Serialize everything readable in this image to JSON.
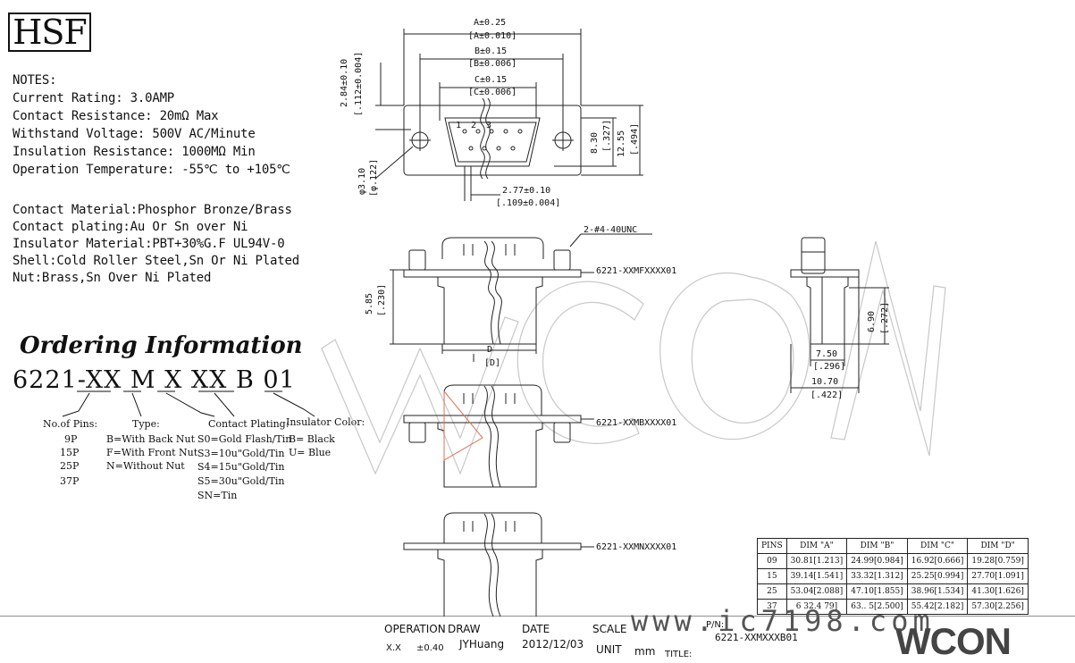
{
  "logo": "HSF",
  "notes": {
    "heading": "NOTES:",
    "lines": [
      "Current Rating: 3.0AMP",
      "Contact Resistance: 20mΩ Max",
      "Withstand Voltage: 500V AC/Minute",
      "Insulation Resistance: 1000MΩ Min",
      "Operation Temperature: -55℃ to +105℃"
    ],
    "materials": [
      "Contact Material:Phosphor Bronze/Brass",
      "Contact plating:Au Or Sn over Ni",
      "Insulator Material:PBT+30%G.F UL94V-0",
      "Shell:Cold Roller Steel,Sn Or Ni Plated",
      "Nut:Brass,Sn Over Ni Plated"
    ]
  },
  "ordering": {
    "title": "Ordering Information",
    "code": "6221-XX M X XX B 01",
    "pins": {
      "label": "No.of Pins:",
      "options": [
        "9P",
        "15P",
        "25P",
        "37P"
      ]
    },
    "type": {
      "label": "Type:",
      "options": [
        "B=With Back Nut",
        "F=With Front Nut",
        "N=Without Nut"
      ]
    },
    "plating": {
      "label": "Contact Plating:",
      "options": [
        "S0=Gold Flash/Tin",
        "S3=10u\"Gold/Tin",
        "S4=15u\"Gold/Tin",
        "S5=30u\"Gold/Tin",
        "SN=Tin"
      ]
    },
    "color": {
      "label": "Insulator Color:",
      "options": [
        "B= Black",
        "U= Blue"
      ]
    }
  },
  "drawing": {
    "dim_a": "A±0.25",
    "dim_a_in": "[A±0.010]",
    "dim_b": "B±0.15",
    "dim_b_in": "[B±0.006]",
    "dim_c": "C±0.15",
    "dim_c_in": "[C±0.006]",
    "dim_284": "2.84±0.10",
    "dim_284_in": "[.112±0.004]",
    "dim_830": "8.30",
    "dim_830_in": "[.327]",
    "dim_1255": "12.55",
    "dim_1255_in": "[.494]",
    "dim_310": "φ3.10",
    "dim_310_in": "[φ.122]",
    "dim_277": "2.77±0.10",
    "dim_277_in": "[.109±0.004]",
    "pin_labels": [
      "1",
      "2",
      "3"
    ],
    "thread": "2-#4-40UNC",
    "part_f": "6221-XXMFXXXX01",
    "part_b": "6221-XXMBXXXX01",
    "part_n": "6221-XXMNXXXX01",
    "dim_585": "5.85",
    "dim_585_in": "[.230]",
    "dim_d": "D",
    "dim_d_in": "[D]",
    "dim_690": "6.90",
    "dim_690_in": "[.272]",
    "dim_750": "7.50",
    "dim_750_in": "[.296]",
    "dim_1070": "10.70",
    "dim_1070_in": "[.422]"
  },
  "dim_table": {
    "headers": [
      "PINS",
      "DIM \"A\"",
      "DIM \"B\"",
      "DIM \"C\"",
      "DIM \"D\""
    ],
    "rows": [
      [
        "09",
        "30.81[1.213]",
        "24.99[0.984]",
        "16.92[0.666]",
        "19.28[0.759]"
      ],
      [
        "15",
        "39.14[1.541]",
        "33.32[1.312]",
        "25.25[0.994]",
        "27.70[1.091]"
      ],
      [
        "25",
        "53.04[2.088]",
        "47.10[1.855]",
        "38.96[1.534]",
        "41.30[1.626]"
      ],
      [
        "37",
        "6 32.4 79]",
        "63.. 5[2.500]",
        "55.42[2.182]",
        "57.30[2.256]"
      ]
    ]
  },
  "titleblock": {
    "operation": "OPERATION",
    "xx": "X.X",
    "tol": "±0.40",
    "draw": "DRAW",
    "drawer": "JYHuang",
    "date_label": "DATE",
    "date": "2012/12/03",
    "scale": "SCALE",
    "unit": "UNIT",
    "mm": "mm",
    "pno_label": "P/N:",
    "pno": "6221-XXMXXXB01",
    "title_label": "TITLE:"
  },
  "watermark": {
    "brand": "WCON",
    "site": "www.ic7198.com"
  }
}
